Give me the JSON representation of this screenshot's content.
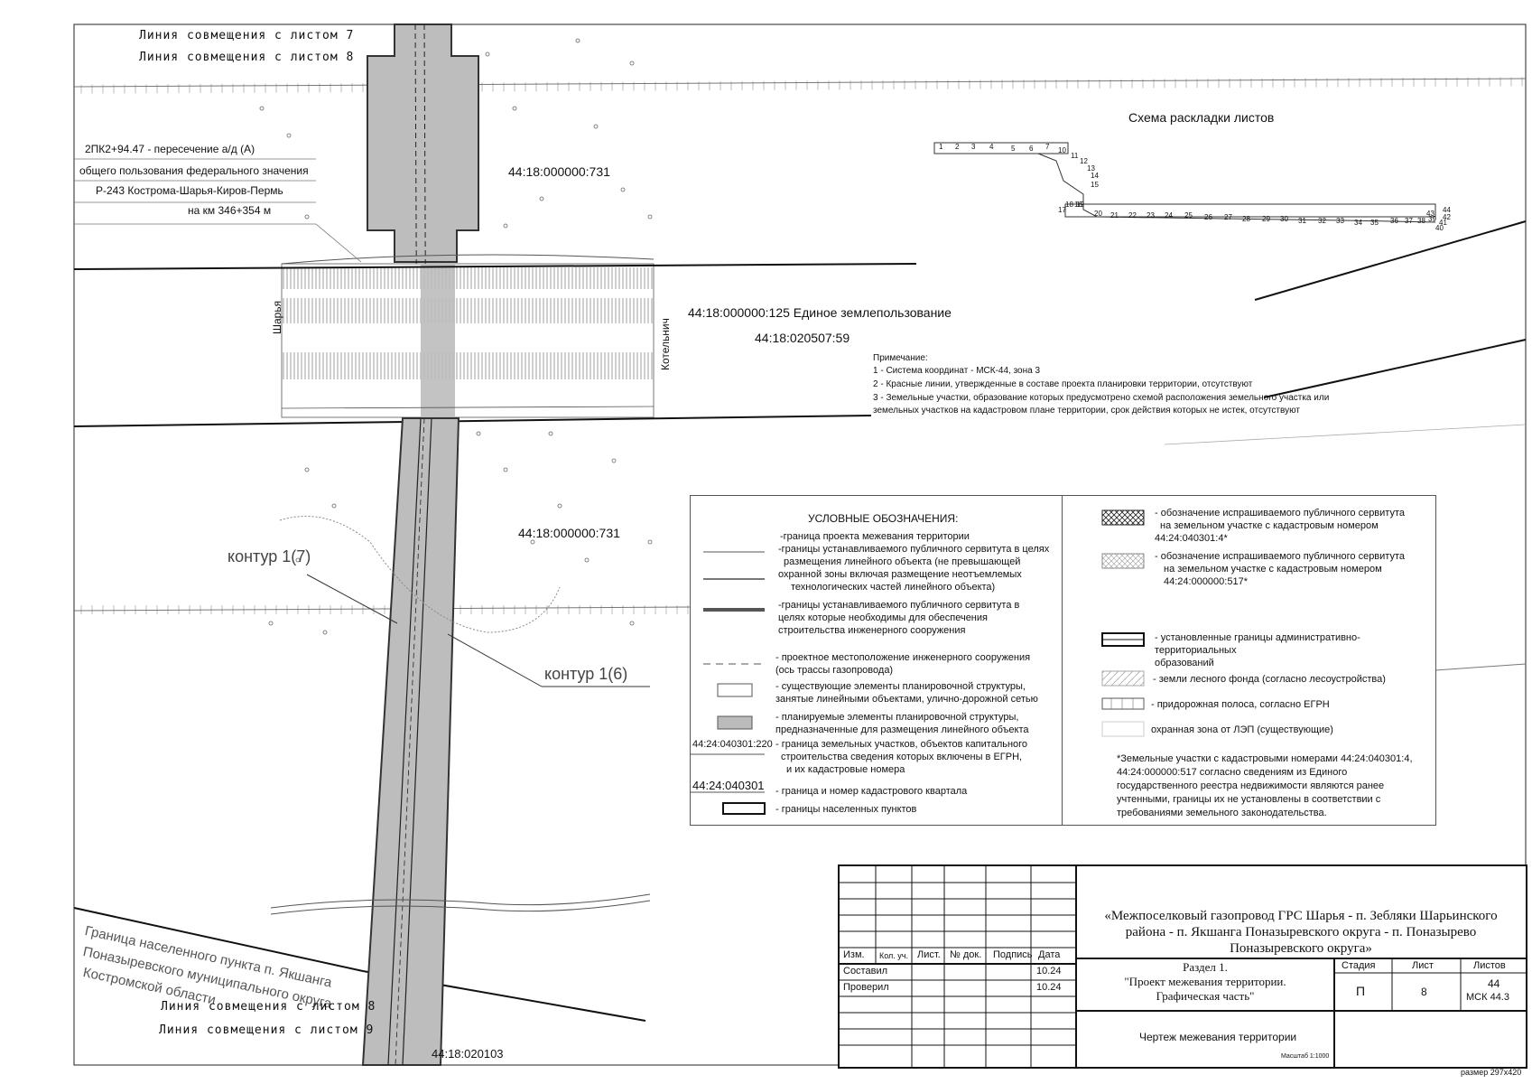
{
  "sheet_lines": {
    "top_a": "Линия совмещения с листом 7",
    "top_b": "Линия совмещения с листом 8",
    "bottom_a": "Линия совмещения с листом 8",
    "bottom_b": "Линия совмещения с листом 9"
  },
  "callout": {
    "line1": "2ПК2+94.47 - пересечение а/д (А)",
    "line2": "общего пользования федерального значения",
    "line3": "Р-243 Кострома-Шарья-Киров-Пермь",
    "line4": "на км 346+354 м"
  },
  "parcels": {
    "p1": "44:18:000000:731",
    "p2": "44:18:000000:125 Единое землепользование",
    "p3": "44:18:020507:59",
    "p4": "44:18:000000:731",
    "p5": "44:18:020103"
  },
  "road_labels": {
    "left": "Шарья",
    "right": "Котельнич"
  },
  "contours": {
    "c1": "контур 1(7)",
    "c2": "контур 1(6)"
  },
  "boundary_text": {
    "line1": "Граница населенного пункта п. Якшанга",
    "line2": "Поназыревского муниципального округа",
    "line3": "Костромской области"
  },
  "scheme": {
    "title": "Схема раскладки листов",
    "numbers": [
      "1",
      "2",
      "3",
      "4",
      "5",
      "6",
      "7",
      "10",
      "11",
      "12",
      "13",
      "14",
      "15",
      "16",
      "17",
      "18",
      "19",
      "20",
      "21",
      "22",
      "23",
      "24",
      "25",
      "26",
      "27",
      "28",
      "29",
      "30",
      "31",
      "32",
      "33",
      "34",
      "35",
      "36",
      "37",
      "38",
      "39",
      "40",
      "41",
      "42",
      "43",
      "44"
    ]
  },
  "notes": {
    "heading": "Примечание:",
    "n1": "1 - Система координат - МСК-44, зона 3",
    "n2": "2 - Красные линии, утвержденные в составе проекта планировки территории, отсутствуют",
    "n3a": "3 - Земельные участки, образование которых предусмотрено схемой расположения земельного участка или",
    "n3b": "земельных участков на кадастровом плане территории, срок действия которых не истек, отсутствуют"
  },
  "legend": {
    "title": "УСЛОВНЫЕ ОБОЗНАЧЕНИЯ:",
    "items": [
      "-граница проекта межевания территории",
      "-границы устанавливаемого публичного сервитута в целях",
      "размещения линейного объекта (не превышающей",
      "охранной зоны включая размещение неотъемлемых",
      "технологических частей линейного объекта)",
      "-границы устанавливаемого публичного сервитута в",
      "целях которые необходимы для обеспечения",
      "строительства инженерного сооружения",
      "- проектное местоположение инженерного сооружения",
      "(ось трассы газопровода)",
      "- существующие элементы планировочной структуры,",
      "занятые линейными объектами, улично-дорожной сетью",
      "- планируемые элементы планировочной структуры,",
      "предназначенные для размещения линейного объекта",
      "- граница земельных участков, объектов капитального",
      "строительства  сведения которых включены в ЕГРН,",
      "и их кадастровые номера",
      "- граница и номер кадастрового квартала",
      "- границы населенных пунктов"
    ],
    "sample_parcel": "44:24:040301:220",
    "sample_quarter": "44:24:040301",
    "right_items": [
      "-  обозначение испрашиваемого публичного сервитута",
      "на земельном участке с кадастровым номером",
      "44:24:040301:4*",
      "-  обозначение испрашиваемого публичного сервитута",
      "на земельном участке с кадастровым номером",
      "44:24:000000:517*",
      "-  установленные границы административно-территориальных",
      "образований",
      "- земли лесного фонда (согласно лесоустройства)",
      "- придорожная полоса, согласно ЕГРН",
      "охранная зона от ЛЭП (существующие)"
    ],
    "footnote": [
      "*Земельные участки с кадастровыми номерами 44:24:040301:4,",
      "44:24:000000:517 согласно сведениям из Единого",
      "государственного реестра недвижимости являются ранее",
      "учтенными, границы их не установлены в соответствии с",
      "требованиями земельного законодательства."
    ]
  },
  "title_block": {
    "project": [
      "«Межпоселковый газопровод ГРС Шарья - п. Зебляки Шарьинского",
      "района - п. Якшанга Поназыревского округа - п. Поназырево",
      "Поназыревского округа»"
    ],
    "headers": [
      "Изм.",
      "Кол. уч.",
      "Лист.",
      "№ док.",
      "Подпись",
      "Дата"
    ],
    "composed": "Составил",
    "composed_date": "10.24",
    "checked": "Проверил",
    "checked_date": "10.24",
    "section": [
      "Раздел 1.",
      "\"Проект межевания территории.",
      "Графическая часть\""
    ],
    "stage_h": "Стадия",
    "sheet_h": "Лист",
    "sheets_h": "Листов",
    "stage": "П",
    "sheet": "8",
    "sheets": "44",
    "code": "МСК 44.3",
    "drawing": "Чертеж межевания территории",
    "scale": "Масштаб 1:1000",
    "size": "размер 297х420"
  }
}
